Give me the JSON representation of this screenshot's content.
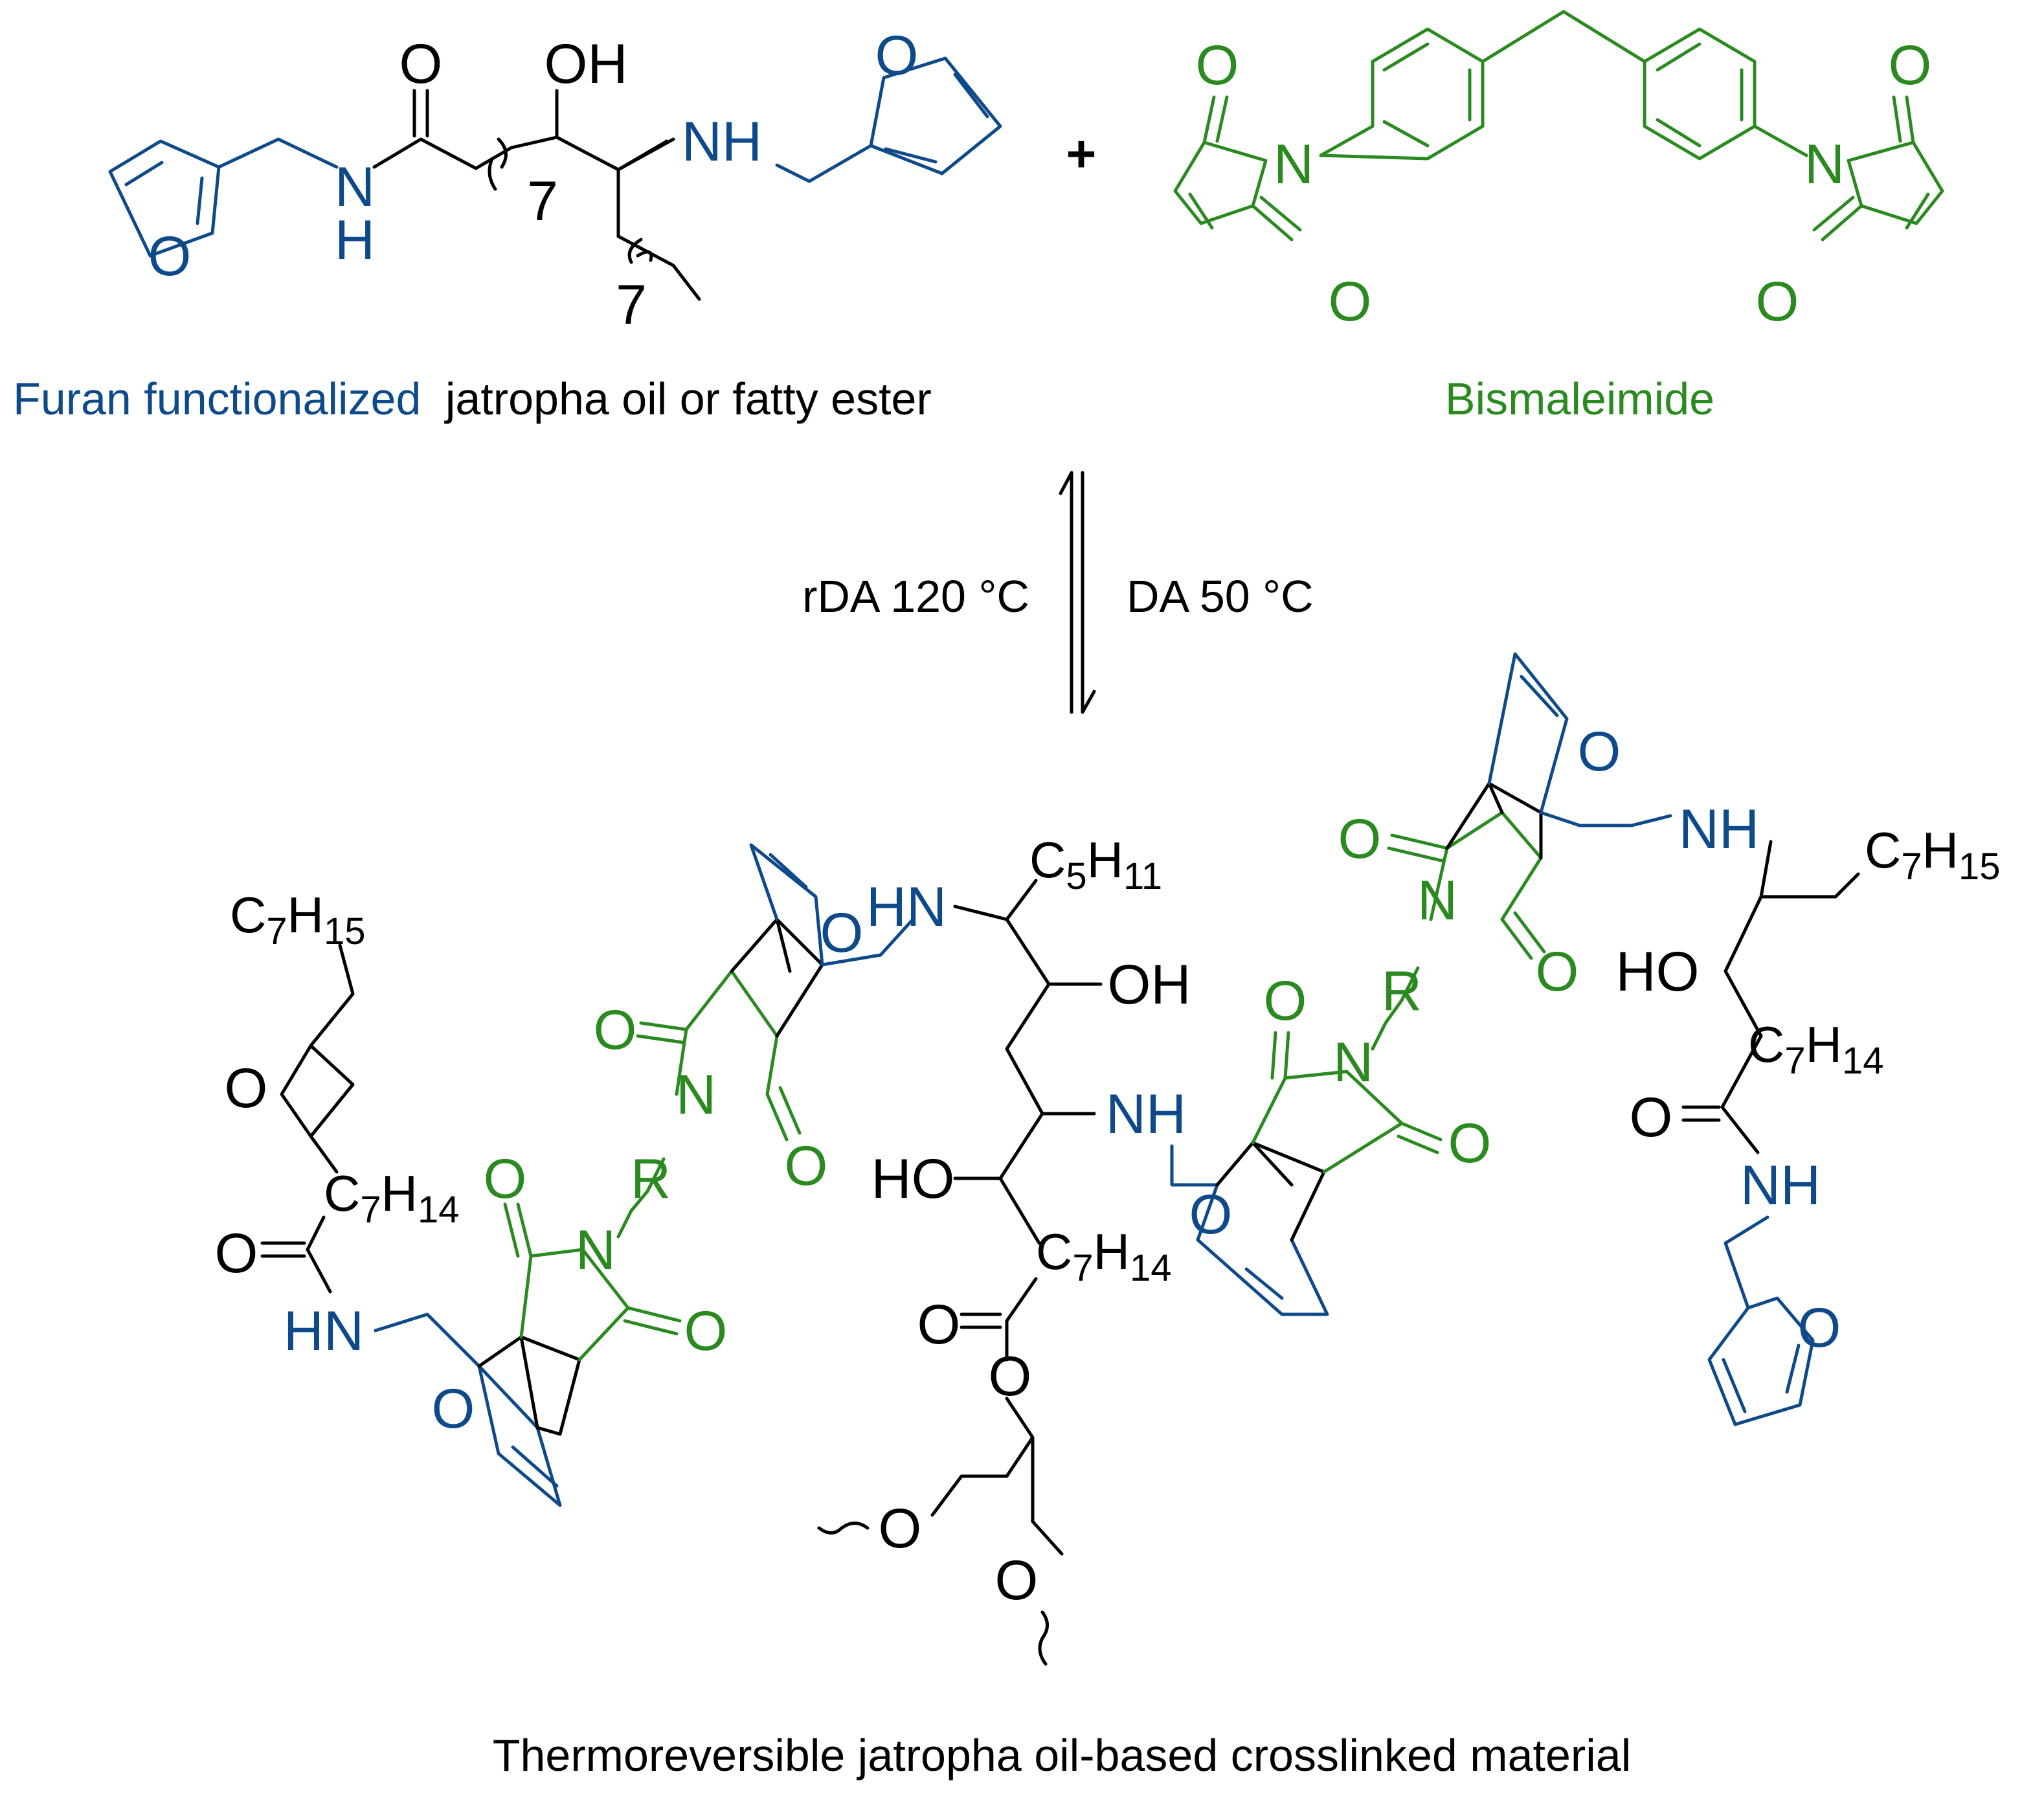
{
  "colors": {
    "black": "#000000",
    "furan_blue": "#0e4a8a",
    "maleimide_green": "#2a8a1f"
  },
  "reactants": {
    "furan_caption_blue": "Furan functionalized",
    "furan_caption_black": "jatropha oil or fatty ester",
    "plus": "+",
    "bismaleimide_caption": "Bismaleimide",
    "repeat_7": "7",
    "repeat_7_b": "7"
  },
  "conditions": {
    "reverse": "rDA 120 °C",
    "forward": "DA 50 °C"
  },
  "atoms": {
    "O": "O",
    "OH": "OH",
    "HO": "HO",
    "NH": "NH",
    "HN": "HN",
    "N": "N",
    "H": "H",
    "R": "R",
    "C": "C",
    "H_": "H",
    "sub_5": "5",
    "sub_7": "7",
    "sub_11": "11",
    "sub_14": "14",
    "sub_15": "15"
  },
  "product_caption": "Thermoreversible jatropha oil-based crosslinked material"
}
